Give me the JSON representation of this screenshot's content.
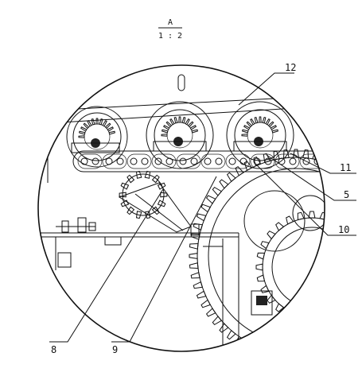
{
  "view": {
    "letter": "A",
    "scale": "1 : 2"
  },
  "callouts": [
    {
      "id": "12",
      "text": "12"
    },
    {
      "id": "11",
      "text": "11"
    },
    {
      "id": "5",
      "text": "5"
    },
    {
      "id": "10",
      "text": "10"
    },
    {
      "id": "8",
      "text": "8"
    },
    {
      "id": "9",
      "text": "9"
    }
  ],
  "colors": {
    "ink": "#111111",
    "background": "#ffffff"
  }
}
